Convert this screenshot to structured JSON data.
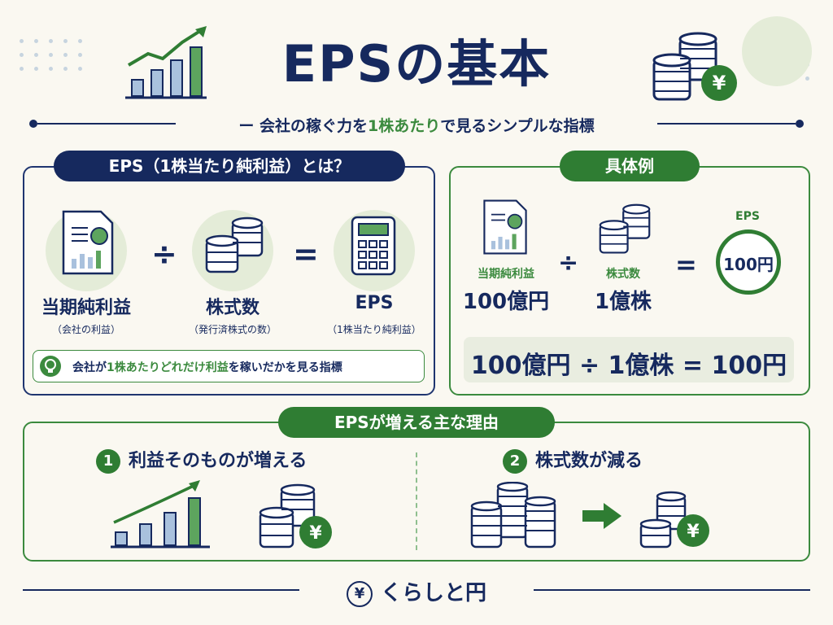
{
  "header": {
    "title": "EPSの基本",
    "subtitle_pre": "ー 会社の稼ぐ力を",
    "subtitle_hl": "1株あたり",
    "subtitle_post": "で見るシンプルな指標"
  },
  "definition": {
    "heading": "EPS（1株当たり純利益）とは？",
    "items": [
      {
        "label": "当期純利益",
        "sub": "（会社の利益）"
      },
      {
        "label": "株式数",
        "sub": "（発行済株式の数）"
      },
      {
        "label": "EPS",
        "sub": "（1株当たり純利益）"
      }
    ],
    "divide_sign": "÷",
    "equals_sign": "=",
    "tip_pre": "会社が",
    "tip_hl": "1株あたりどれだけ利益",
    "tip_post": "を稼いだかを見る指標"
  },
  "example": {
    "heading": "具体例",
    "profit_label": "当期純利益",
    "profit_value": "100億円",
    "shares_label": "株式数",
    "shares_value": "1億株",
    "eps_label": "EPS",
    "eps_value": "100円",
    "divide_sign": "÷",
    "equals_sign": "=",
    "formula": "100億円 ÷ 1億株 = 100円"
  },
  "reasons": {
    "heading": "EPSが増える主な理由",
    "items": [
      {
        "num": "1",
        "label": "利益そのものが増える"
      },
      {
        "num": "2",
        "label": "株式数が減る"
      }
    ],
    "yen_symbol": "¥"
  },
  "footer": {
    "brand": "くらしと円",
    "yen_symbol": "¥"
  },
  "colors": {
    "navy": "#16295e",
    "green": "#3b8a3e",
    "background": "#faf8f1"
  }
}
